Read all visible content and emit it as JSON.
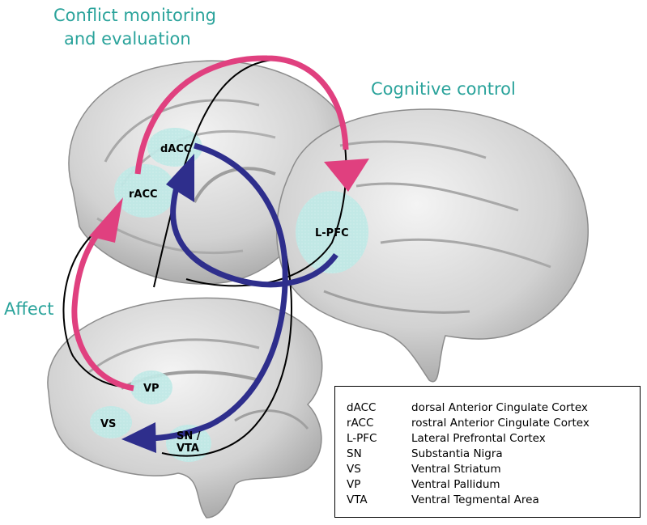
{
  "headings": {
    "conflict_line1": "Conflict monitoring",
    "conflict_line2": "and evaluation",
    "cognitive_control": "Cognitive control",
    "affect": "Affect"
  },
  "regions": {
    "dacc": "dACC",
    "racc": "rACC",
    "lpfc": "L-PFC",
    "vp": "VP",
    "vs": "VS",
    "sn_line1": "SN /",
    "sn_line2": "VTA"
  },
  "legend": [
    {
      "abbr": "dACC",
      "full": "dorsal Anterior Cingulate Cortex"
    },
    {
      "abbr": "rACC",
      "full": "rostral Anterior Cingulate Cortex"
    },
    {
      "abbr": "L-PFC",
      "full": "Lateral Prefrontal Cortex"
    },
    {
      "abbr": "SN",
      "full": "Substantia Nigra"
    },
    {
      "abbr": "VS",
      "full": "Ventral Striatum"
    },
    {
      "abbr": "VP",
      "full": "Ventral Pallidum"
    },
    {
      "abbr": "VTA",
      "full": "Ventral Tegmental Area"
    }
  ],
  "colors": {
    "heading": "#2aa39b",
    "pink_arrow": "#e0407f",
    "blue_arrow": "#2e2e8c",
    "region_fill": "#bde8e6",
    "brain": "#d9d9d9"
  }
}
